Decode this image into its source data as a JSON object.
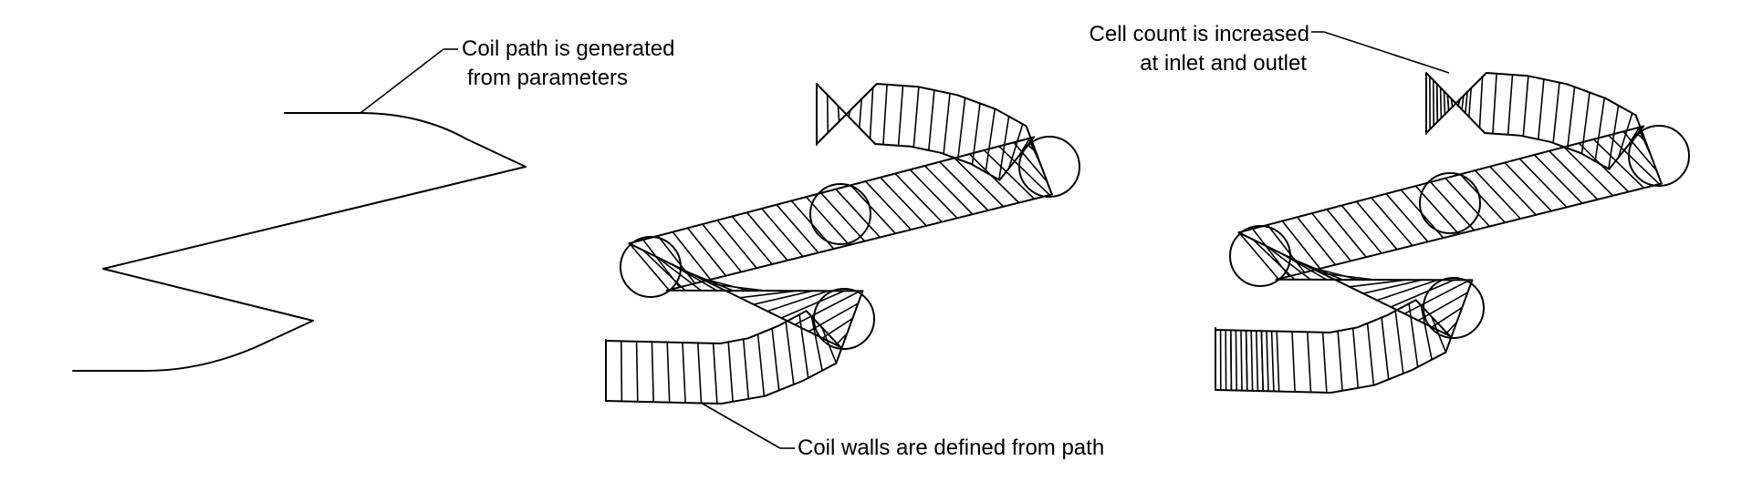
{
  "annotations": {
    "path": [
      "Coil path is generated",
      "from parameters"
    ],
    "walls": [
      "Coil walls are defined from path"
    ],
    "cells": [
      "Cell count is increased",
      "at inlet and outlet"
    ]
  },
  "colors": {
    "ink": "#000000",
    "background": "#ffffff"
  }
}
